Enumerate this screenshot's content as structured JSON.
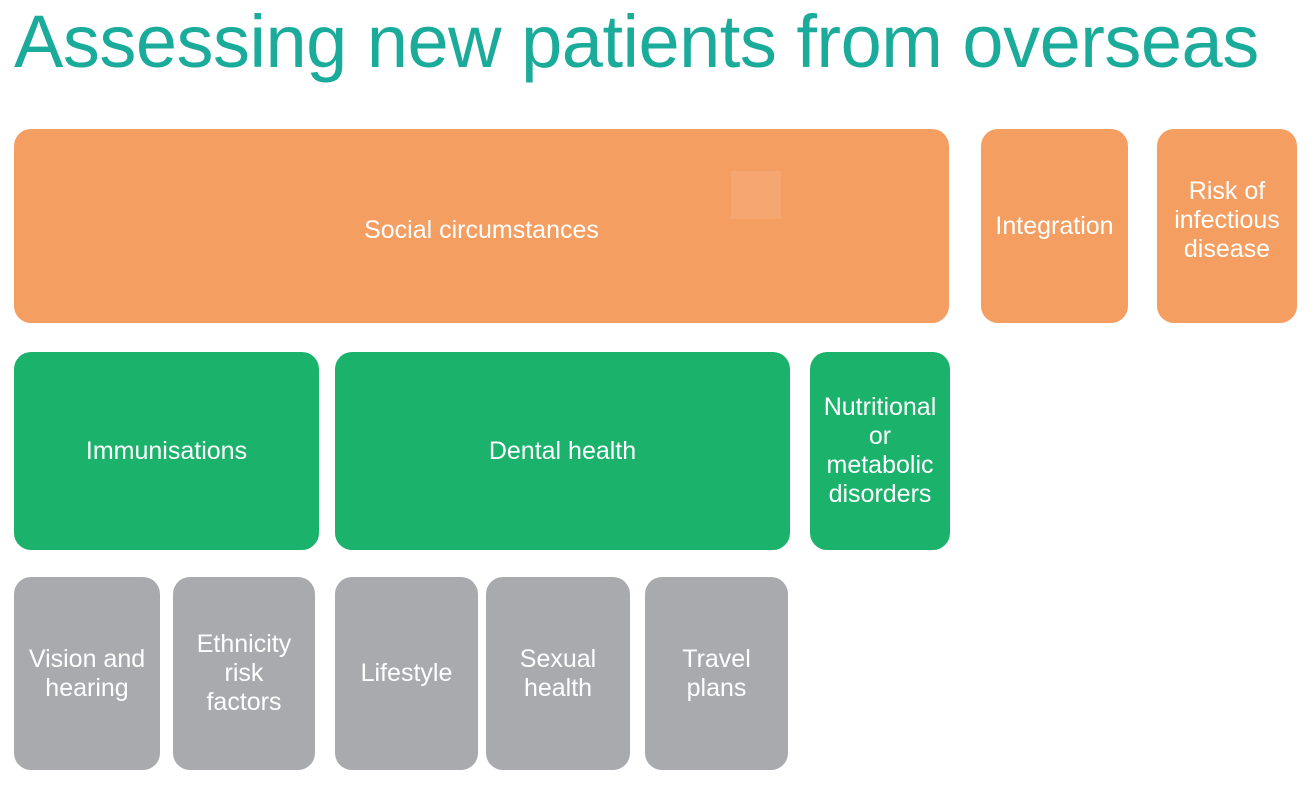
{
  "slide": {
    "title": "Assessing new patients from overseas",
    "background": "#ffffff",
    "title_color": "#1aab9b"
  },
  "palette": {
    "orange": "#f59e61",
    "green": "#1bb26c",
    "grey": "#a8aaae",
    "text": "#ffffff"
  },
  "rows": [
    {
      "name": "row-orange",
      "color": "#f59e61",
      "cards": [
        {
          "label": "Social circumstances"
        },
        {
          "label": "Integration"
        },
        {
          "label": "Risk of\ninfectious\ndisease"
        }
      ]
    },
    {
      "name": "row-green",
      "color": "#1bb26c",
      "cards": [
        {
          "label": "Immunisations"
        },
        {
          "label": "Dental health"
        },
        {
          "label": "Nutritional\nor\nmetabolic\ndisorders"
        }
      ]
    },
    {
      "name": "row-grey",
      "color": "#a8aaae",
      "cards": [
        {
          "label": "Vision and\nhearing"
        },
        {
          "label": "Ethnicity\nrisk\nfactors"
        },
        {
          "label": "Lifestyle"
        },
        {
          "label": "Sexual\nhealth"
        },
        {
          "label": "Travel\nplans"
        }
      ]
    }
  ]
}
